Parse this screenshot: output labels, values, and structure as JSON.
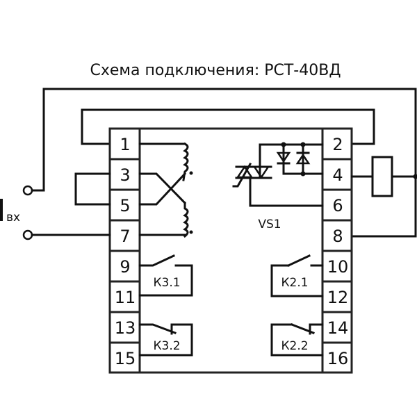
{
  "title": "Схема подключения: РСТ-40ВД",
  "input_label": {
    "main": "I",
    "sub": "вх"
  },
  "left_pins": [
    "1",
    "3",
    "5",
    "7",
    "9",
    "11",
    "13",
    "15"
  ],
  "right_pins": [
    "2",
    "4",
    "6",
    "8",
    "10",
    "12",
    "14",
    "16"
  ],
  "components": {
    "triac_label": "VS1",
    "contacts": [
      {
        "label": "К3.1",
        "type": "normally-open",
        "pins": [
          "9",
          "11"
        ]
      },
      {
        "label": "К3.2",
        "type": "normally-closed",
        "pins": [
          "13",
          "15"
        ]
      },
      {
        "label": "К2.1",
        "type": "normally-open",
        "pins": [
          "10",
          "12"
        ]
      },
      {
        "label": "К2.2",
        "type": "normally-closed",
        "pins": [
          "14",
          "16"
        ]
      }
    ]
  },
  "colors": {
    "line": "#111111",
    "background": "#ffffff"
  }
}
